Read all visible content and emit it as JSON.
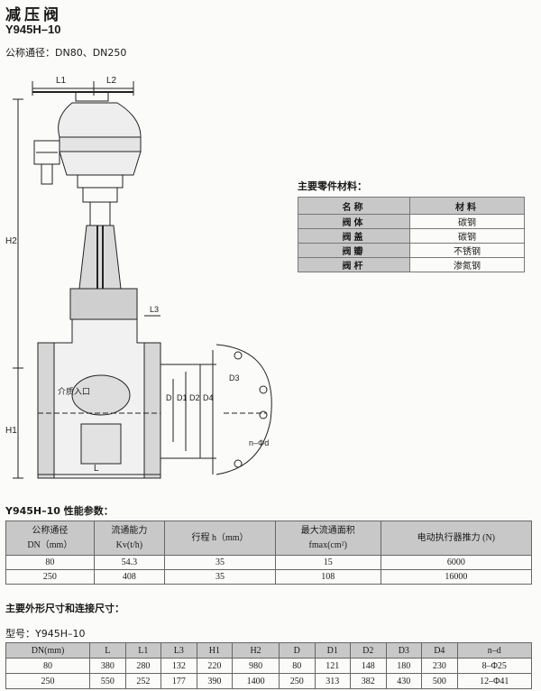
{
  "title": "减压阀",
  "model": "Y945H–10",
  "nominal_diameter": "公称通径：DN80、DN250",
  "drawing_labels": {
    "L1": "L1",
    "L2": "L2",
    "L3": "L3",
    "L": "L",
    "H1": "H1",
    "H2": "H2",
    "D": "D",
    "D1": "D1",
    "D2": "D2",
    "D3": "D3",
    "D4": "D4",
    "nd": "n–Φd",
    "inlet": "介质入口"
  },
  "materials": {
    "heading": "主要零件材料：",
    "col_name": "名称",
    "col_material": "材料",
    "rows": [
      {
        "name": "阀体",
        "material": "碳钢"
      },
      {
        "name": "阀盖",
        "material": "碳钢"
      },
      {
        "name": "阀瓣",
        "material": "不锈钢"
      },
      {
        "name": "阀杆",
        "material": "渗氮钢"
      }
    ]
  },
  "performance": {
    "heading": "Y945H–10 性能参数：",
    "headers": [
      {
        "line1": "公称通径",
        "line2": "DN（mm）"
      },
      {
        "line1": "流通能力",
        "line2": "Kv(t/h)"
      },
      {
        "line1": "行程 h（mm）",
        "line2": ""
      },
      {
        "line1": "最大流通面积",
        "line2": "fmax(cm²)"
      },
      {
        "line1": "电动执行器推力 (N)",
        "line2": ""
      }
    ],
    "rows": [
      [
        "80",
        "54.3",
        "35",
        "15",
        "6000"
      ],
      [
        "250",
        "408",
        "35",
        "108",
        "16000"
      ]
    ]
  },
  "dimensions": {
    "heading": "主要外形尺寸和连接尺寸：",
    "model_label": "型号：Y945H–10",
    "headers": [
      "DN(mm)",
      "L",
      "L1",
      "L3",
      "H1",
      "H2",
      "D",
      "D1",
      "D2",
      "D3",
      "D4",
      "n–d"
    ],
    "rows": [
      [
        "80",
        "380",
        "280",
        "132",
        "220",
        "980",
        "80",
        "121",
        "148",
        "180",
        "230",
        "8–Φ25"
      ],
      [
        "250",
        "550",
        "252",
        "177",
        "390",
        "1400",
        "250",
        "313",
        "382",
        "430",
        "500",
        "12–Φ41"
      ]
    ]
  }
}
